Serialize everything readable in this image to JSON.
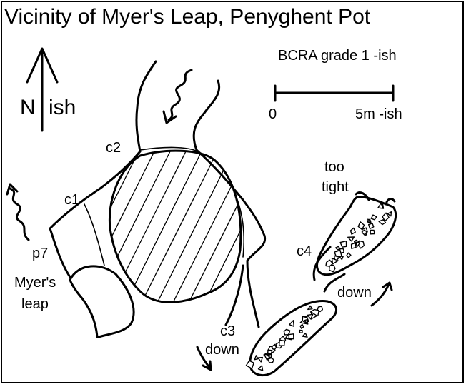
{
  "title": "Vicinity of Myer's Leap, Penyghent Pot",
  "north": {
    "letter": "N",
    "suffix": "ish"
  },
  "grade": "BCRA grade 1 -ish",
  "scale": {
    "start": "0",
    "end": "5m -ish"
  },
  "labels": {
    "c1": "c1",
    "c2": "c2",
    "p7": "p7",
    "myers_line1": "Myer's",
    "myers_line2": "leap",
    "c3": "c3",
    "c3_down": "down",
    "c4": "c4",
    "c4_down": "down",
    "too": "too",
    "tight": "tight"
  },
  "icons": [
    "north-arrow-icon",
    "water-flow-icon",
    "scale-bar-icon",
    "down-arrow-icon"
  ]
}
